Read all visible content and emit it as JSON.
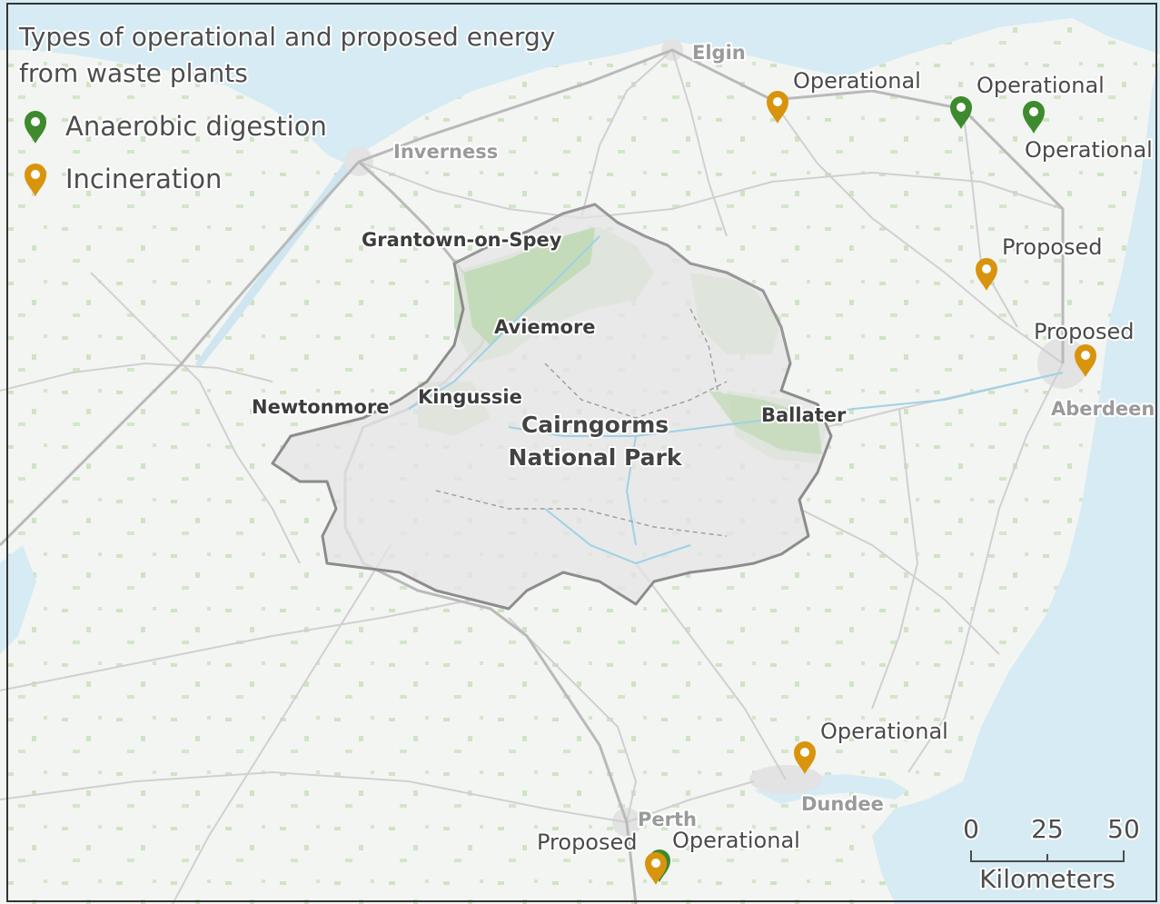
{
  "legend": {
    "title_line1": "Types of operational and proposed energy",
    "title_line2": "from waste plants",
    "items": [
      {
        "label": "Anaerobic digestion",
        "color": "#3e8a2e"
      },
      {
        "label": "Incineration",
        "color": "#d9940e"
      }
    ]
  },
  "park": {
    "name_line1": "Cairngorms",
    "name_line2": "National Park"
  },
  "towns": {
    "elgin": "Elgin",
    "inverness": "Inverness",
    "grantown": "Grantown-on-Spey",
    "aviemore": "Aviemore",
    "kingussie": "Kingussie",
    "newtonmore": "Newtonmore",
    "ballater": "Ballater",
    "aberdeen": "Aberdeen",
    "dundee": "Dundee",
    "perth": "Perth"
  },
  "plant_labels": {
    "elgin_operational": "Operational",
    "ne1_operational": "Operational",
    "ne2_operational": "Operational",
    "inverurie_proposed": "Proposed",
    "aberdeen_proposed": "Proposed",
    "dundee_operational": "Operational",
    "perth_proposed": "Proposed",
    "perth_operational": "Operational"
  },
  "scale": {
    "ticks": [
      "0",
      "25",
      "50"
    ],
    "unit": "Kilometers"
  },
  "colors": {
    "sea": "#d6ebf3",
    "land": "#f3f5f2",
    "forest": "#c9dfc0",
    "park_fill": "#e6e6e6",
    "park_border": "#8c8c8c"
  }
}
